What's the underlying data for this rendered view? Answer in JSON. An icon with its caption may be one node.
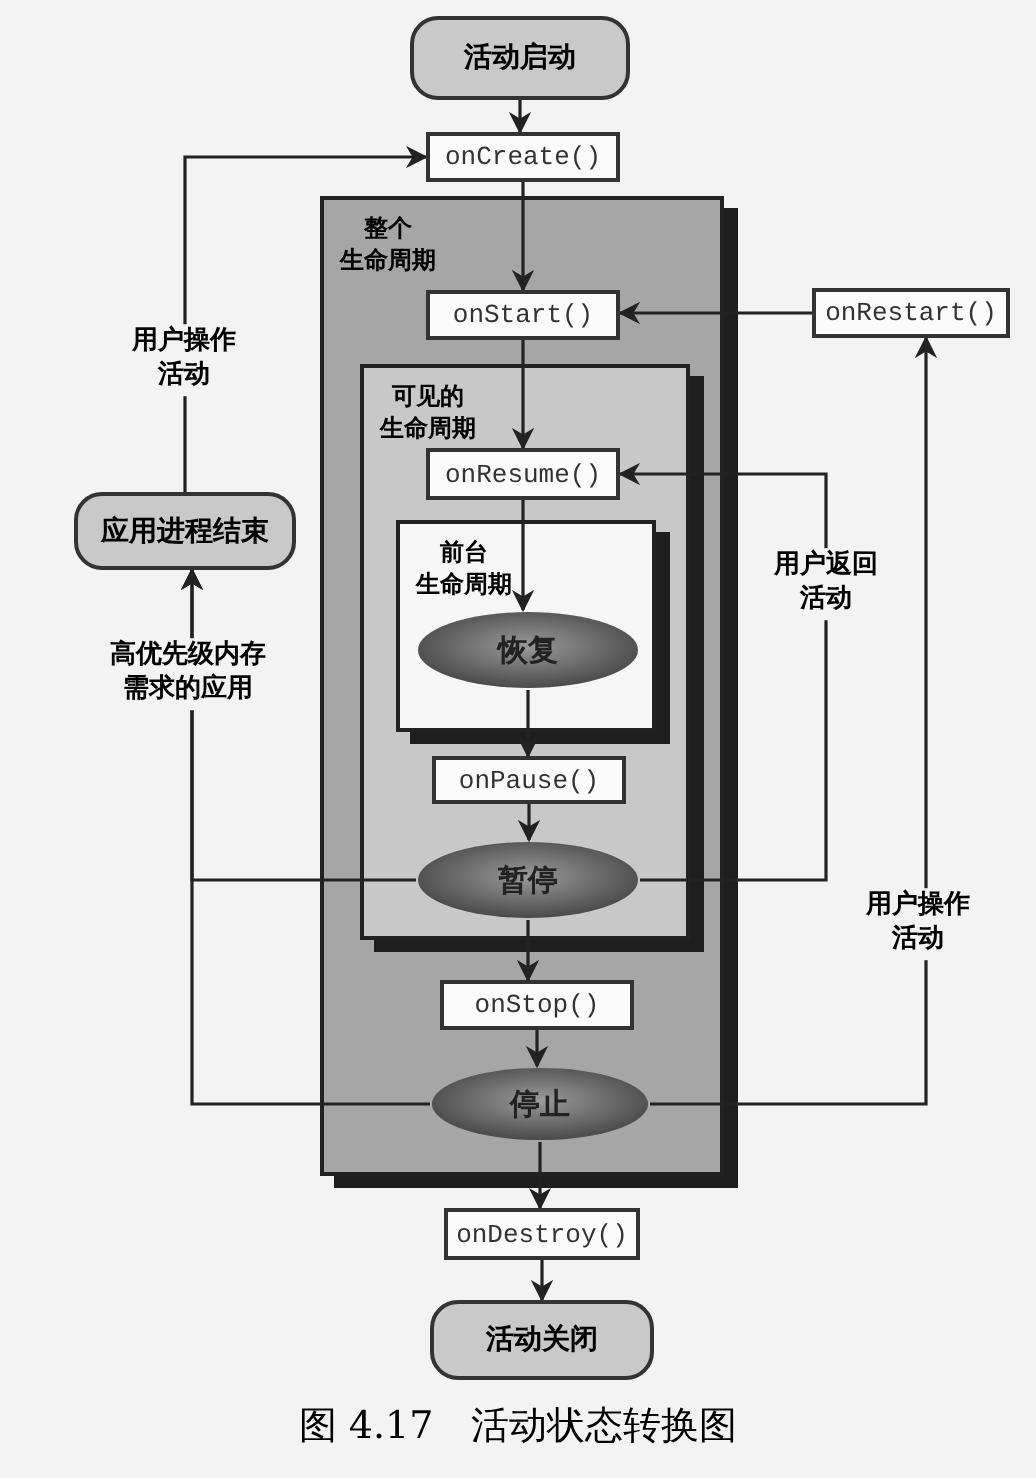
{
  "diagram": {
    "caption": "图 4.17　活动状态转换图",
    "nodes": [
      {
        "text": [
          "活动启动"
        ]
      },
      {
        "text": [
          "onCreate()"
        ]
      },
      {
        "text": [
          "整个生命周期"
        ]
      },
      {
        "text": [
          "onStart()"
        ],
        "in": 2
      },
      {
        "text": [
          "onRestart()"
        ]
      },
      {
        "text": [
          "可见的生命周期"
        ],
        "in": 2
      },
      {
        "text": [
          "onResume()"
        ],
        "in": 5
      },
      {
        "text": [
          "前台生命周期"
        ],
        "in": 5
      },
      {
        "text": [
          "恢复"
        ],
        "in": 7
      },
      {
        "text": [
          "onPause()"
        ],
        "in": 5
      },
      {
        "text": [
          "暂停"
        ],
        "in": 5
      },
      {
        "text": [
          "onStop()"
        ],
        "in": 2
      },
      {
        "text": [
          "停止"
        ],
        "in": 2
      },
      {
        "text": [
          "onDestroy()"
        ]
      },
      {
        "text": [
          "活动关闭"
        ]
      },
      {
        "text": [
          "应用进程结束"
        ]
      }
    ],
    "edges": [
      {
        "from": 0,
        "to": 1,
        "arrow": "to"
      },
      {
        "from": 1,
        "to": 3,
        "arrow": "to"
      },
      {
        "from": 4,
        "to": 3,
        "arrow": "to"
      },
      {
        "from": 3,
        "to": 6,
        "arrow": "to"
      },
      {
        "from": 6,
        "to": 8,
        "arrow": "to"
      },
      {
        "from": 8,
        "to": 9,
        "arrow": "to"
      },
      {
        "from": 9,
        "to": 10,
        "arrow": "to"
      },
      {
        "from": 10,
        "to": 11,
        "arrow": "to"
      },
      {
        "from": 11,
        "to": 12,
        "arrow": "to"
      },
      {
        "from": 12,
        "to": 13,
        "arrow": "to"
      },
      {
        "from": 13,
        "to": 14,
        "arrow": "to"
      },
      {
        "from": 10,
        "to": 6,
        "arrow": "to",
        "label": "用户返回活动"
      },
      {
        "from": 12,
        "to": 4,
        "arrow": "to",
        "label": "用户操作活动"
      },
      {
        "from": 10,
        "to": 15,
        "arrow": "to"
      },
      {
        "from": 12,
        "to": 15,
        "arrow": "to",
        "label": "高优先级内存需求的应用"
      },
      {
        "from": 15,
        "to": 1,
        "arrow": "to",
        "label": "用户操作活动"
      }
    ]
  }
}
